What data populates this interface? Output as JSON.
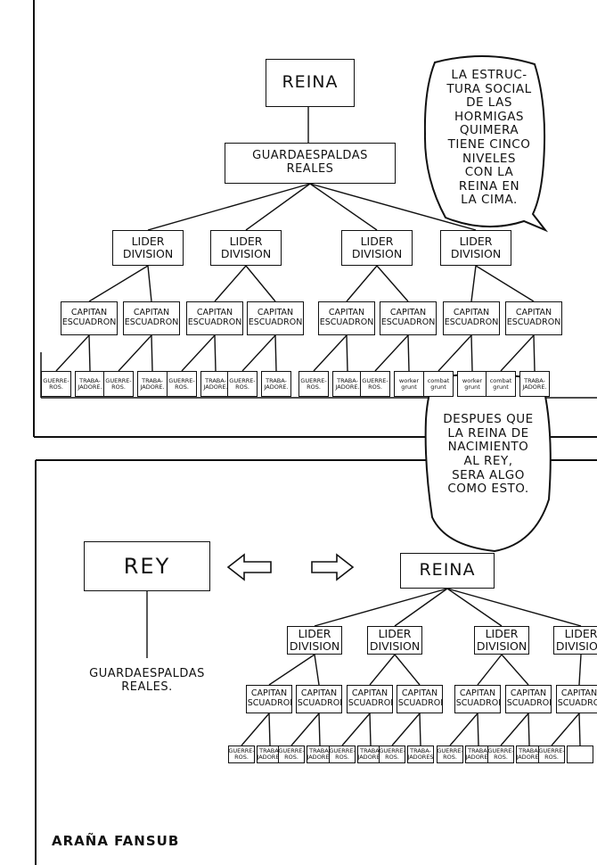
{
  "upper": {
    "queen": "REINA",
    "guards": "GUARDAESPALDAS\nREALES",
    "leaders": [
      {
        "label": "LIDER\nDIVISION",
        "captains": [
          {
            "label": "CAPITAN\nESCUADRON",
            "units": [
              "GUERRE-\nROS.",
              "TRABA-\nJADORE."
            ]
          },
          {
            "label": "CAPITAN\nESCUADRON",
            "units": [
              "GUERRE-\nROS.",
              "TRABA-\nJADORE."
            ]
          }
        ]
      },
      {
        "label": "LIDER\nDIVISION",
        "captains": [
          {
            "label": "CAPITAN\nESCUADRON",
            "units": [
              "GUERRE-\nROS.",
              "TRABA-\nJADORE."
            ]
          },
          {
            "label": "CAPITAN\nESCUADRON",
            "units": [
              "GUERRE-\nROS.",
              "TRABA-\nJADORE."
            ]
          }
        ]
      },
      {
        "label": "LIDER\nDIVISION",
        "captains": [
          {
            "label": "CAPITAN\nESCUADRON",
            "units": [
              "GUERRE-\nROS.",
              "TRABA-\nJADORE."
            ]
          },
          {
            "label": "CAPITAN\nESCUADRON",
            "units": [
              "GUERRE-\nROS.",
              "worker\ngrunt"
            ]
          }
        ]
      },
      {
        "label": "LIDER\nDIVISION",
        "captains": [
          {
            "label": "CAPITAN\nESCUADRON",
            "units": [
              "combat\ngrunt",
              "worker\ngrunt"
            ]
          },
          {
            "label": "CAPITAN\nESCUADRON",
            "units": [
              "combat\ngrunt",
              "TRABA-\nJADORE."
            ]
          }
        ]
      }
    ],
    "bubble": "LA ESTRUC-\nTURA SOCIAL\nDE LAS\nHORMIGAS\nQUIMERA\nTIENE CINCO\nNIVELES\nCON LA\nREINA EN\nLA CIMA."
  },
  "lower": {
    "bubble": "DESPUES QUE\nLA REINA DE\nNACIMIENTO\nAL REY,\nSERA ALGO\nCOMO ESTO.",
    "king": "REY",
    "king_guards": "GUARDAESPALDAS\nREALES.",
    "queen": "REINA",
    "leaders": [
      {
        "label": "LIDER\nDIVISION",
        "captains": [
          {
            "label": "CAPITAN\nESCUADRON",
            "units": [
              "GUERRE-\nROS.",
              "TRABA-\nJADORES"
            ]
          },
          {
            "label": "CAPITAN\nESCUADRON",
            "units": [
              "GUERRE-\nROS.",
              "TRABA-\nJADORES"
            ]
          }
        ]
      },
      {
        "label": "LIDER\nDIVISION",
        "captains": [
          {
            "label": "CAPITAN\nESCUADRON",
            "units": [
              "GUERRE-\nROS.",
              "TRABA-\nJADORES"
            ]
          },
          {
            "label": "CAPITAN\nESCUADRON",
            "units": [
              "GUERRE-\nROS.",
              "TRABA-\nJADORES"
            ]
          }
        ]
      },
      {
        "label": "LIDER\nDIVISION",
        "captains": [
          {
            "label": "CAPITAN\nESCUADRON",
            "units": [
              "GUERRE-\nROS.",
              "TRABA-\nJADORES"
            ]
          },
          {
            "label": "CAPITAN\nESCUADRON",
            "units": [
              "GUERRE-\nROS.",
              "TRABA-\nJADORES"
            ]
          }
        ]
      },
      {
        "label": "LIDER\nDIVISION",
        "captains": [
          {
            "label": "CAPITAN\nESCUADRON",
            "units": [
              "GUERRE-\nROS.",
              ""
            ]
          }
        ]
      }
    ]
  },
  "credit": "ARAÑA FANSUB"
}
